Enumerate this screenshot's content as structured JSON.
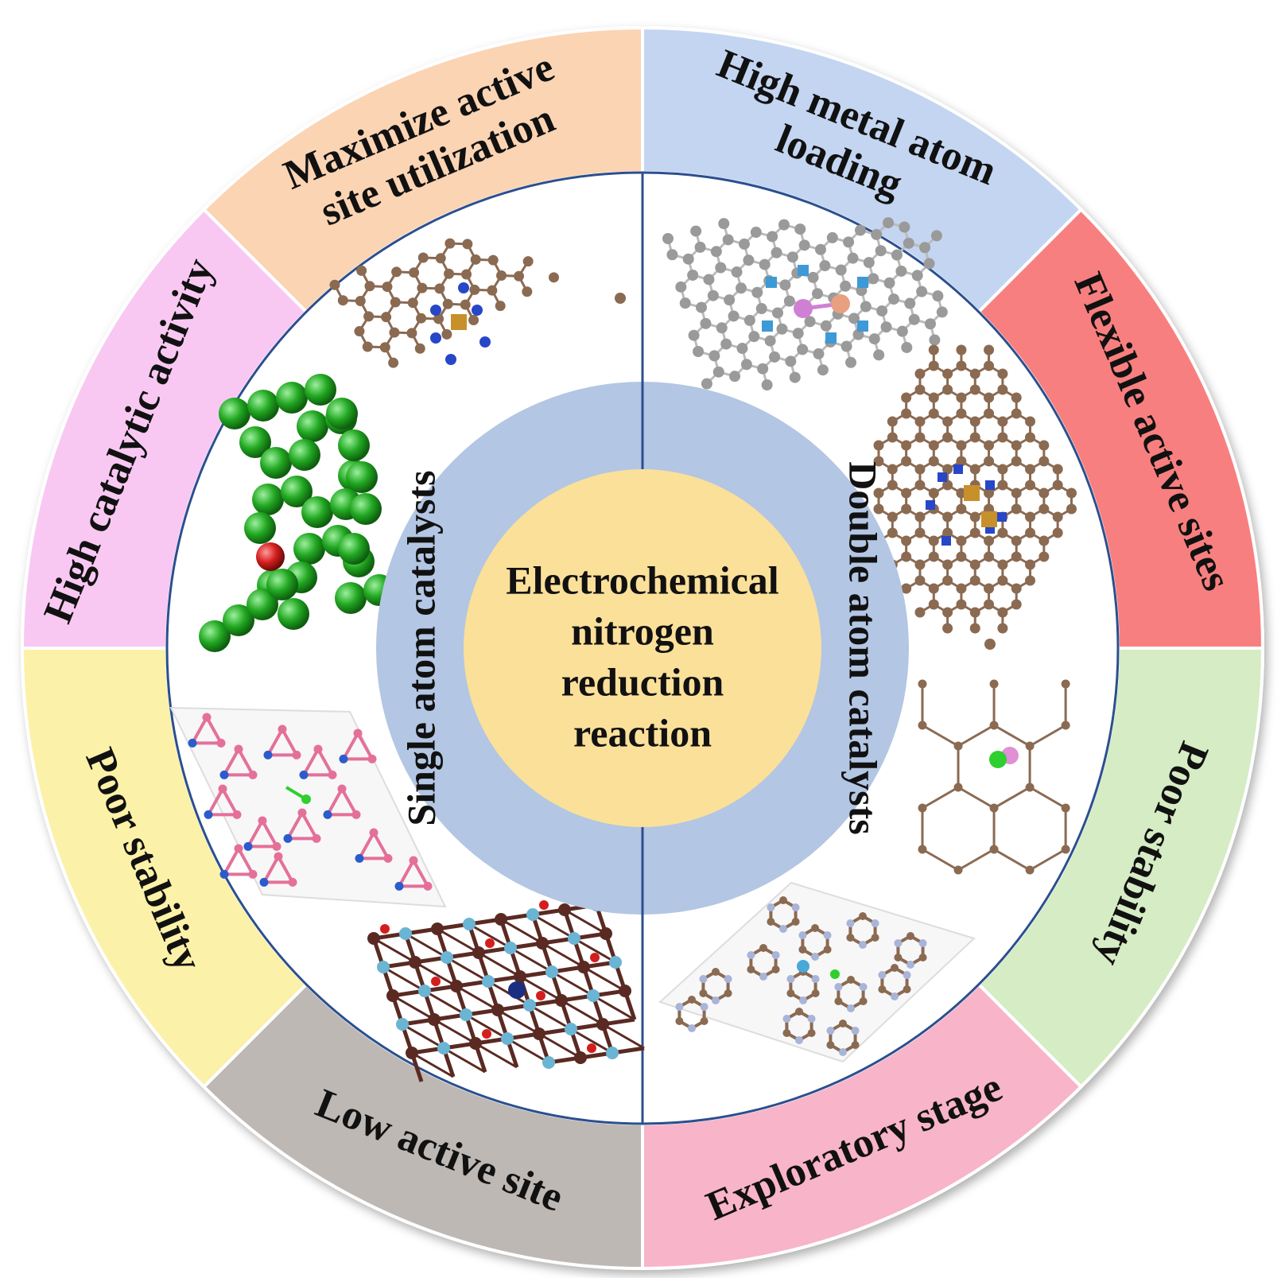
{
  "center": {
    "lines": [
      "Electrochemical",
      "nitrogen",
      "reduction",
      "reaction"
    ],
    "fill": "#fbe09a"
  },
  "middle_ring": {
    "fill": "#b3c6e3",
    "left_label": "Single atom catalysts",
    "right_label": "Double atom catalysts"
  },
  "divider_color": "#2b4f8f",
  "outer_segments": [
    {
      "id": "maximize",
      "lines": [
        "Maximize active",
        "site utilization"
      ],
      "fill": "#fbd4b4"
    },
    {
      "id": "high-metal",
      "lines": [
        "High metal atom",
        "loading"
      ],
      "fill": "#c3d5f0"
    },
    {
      "id": "flexible",
      "lines": [
        "Flexible active sites"
      ],
      "fill": "#f87f7f"
    },
    {
      "id": "poor-stability-right",
      "lines": [
        "Poor stability"
      ],
      "fill": "#d5ecc4"
    },
    {
      "id": "exploratory",
      "lines": [
        "Exploratory stage"
      ],
      "fill": "#f8b4c8"
    },
    {
      "id": "low-active",
      "lines": [
        "Low active site"
      ],
      "fill": "#bdb8b4"
    },
    {
      "id": "poor-stability-left",
      "lines": [
        "Poor stability"
      ],
      "fill": "#fbf1a8"
    },
    {
      "id": "high-catalytic",
      "lines": [
        "High catalytic activity"
      ],
      "fill": "#f8c8f2"
    }
  ],
  "structures": [
    {
      "id": "sac-graphene-n4",
      "atom_colors": [
        "#8b6a52",
        "#2747c8",
        "#c8902a"
      ]
    },
    {
      "id": "sac-green-cluster",
      "atom_colors": [
        "#22a822",
        "#d41e1e"
      ]
    },
    {
      "id": "sac-pink-network",
      "atom_colors": [
        "#e4709a",
        "#2b5ccc",
        "#2fcf2f"
      ]
    },
    {
      "id": "sac-oxide-lattice",
      "atom_colors": [
        "#5a2a22",
        "#6ab4d4",
        "#d41e1e",
        "#1b2e80"
      ]
    },
    {
      "id": "dac-grey-graphene",
      "atom_colors": [
        "#9a9a9a",
        "#3d9ad6",
        "#d080d4",
        "#e8a080"
      ]
    },
    {
      "id": "dac-brown-diamond",
      "atom_colors": [
        "#8b6a52",
        "#2747c8",
        "#c8902a"
      ]
    },
    {
      "id": "dac-hexagons",
      "atom_colors": [
        "#8b6a52",
        "#2fcf2f",
        "#e090d4"
      ]
    },
    {
      "id": "dac-brown-network",
      "atom_colors": [
        "#8b6a52",
        "#a8b4d8",
        "#48a8d8",
        "#2fcf2f"
      ]
    }
  ]
}
